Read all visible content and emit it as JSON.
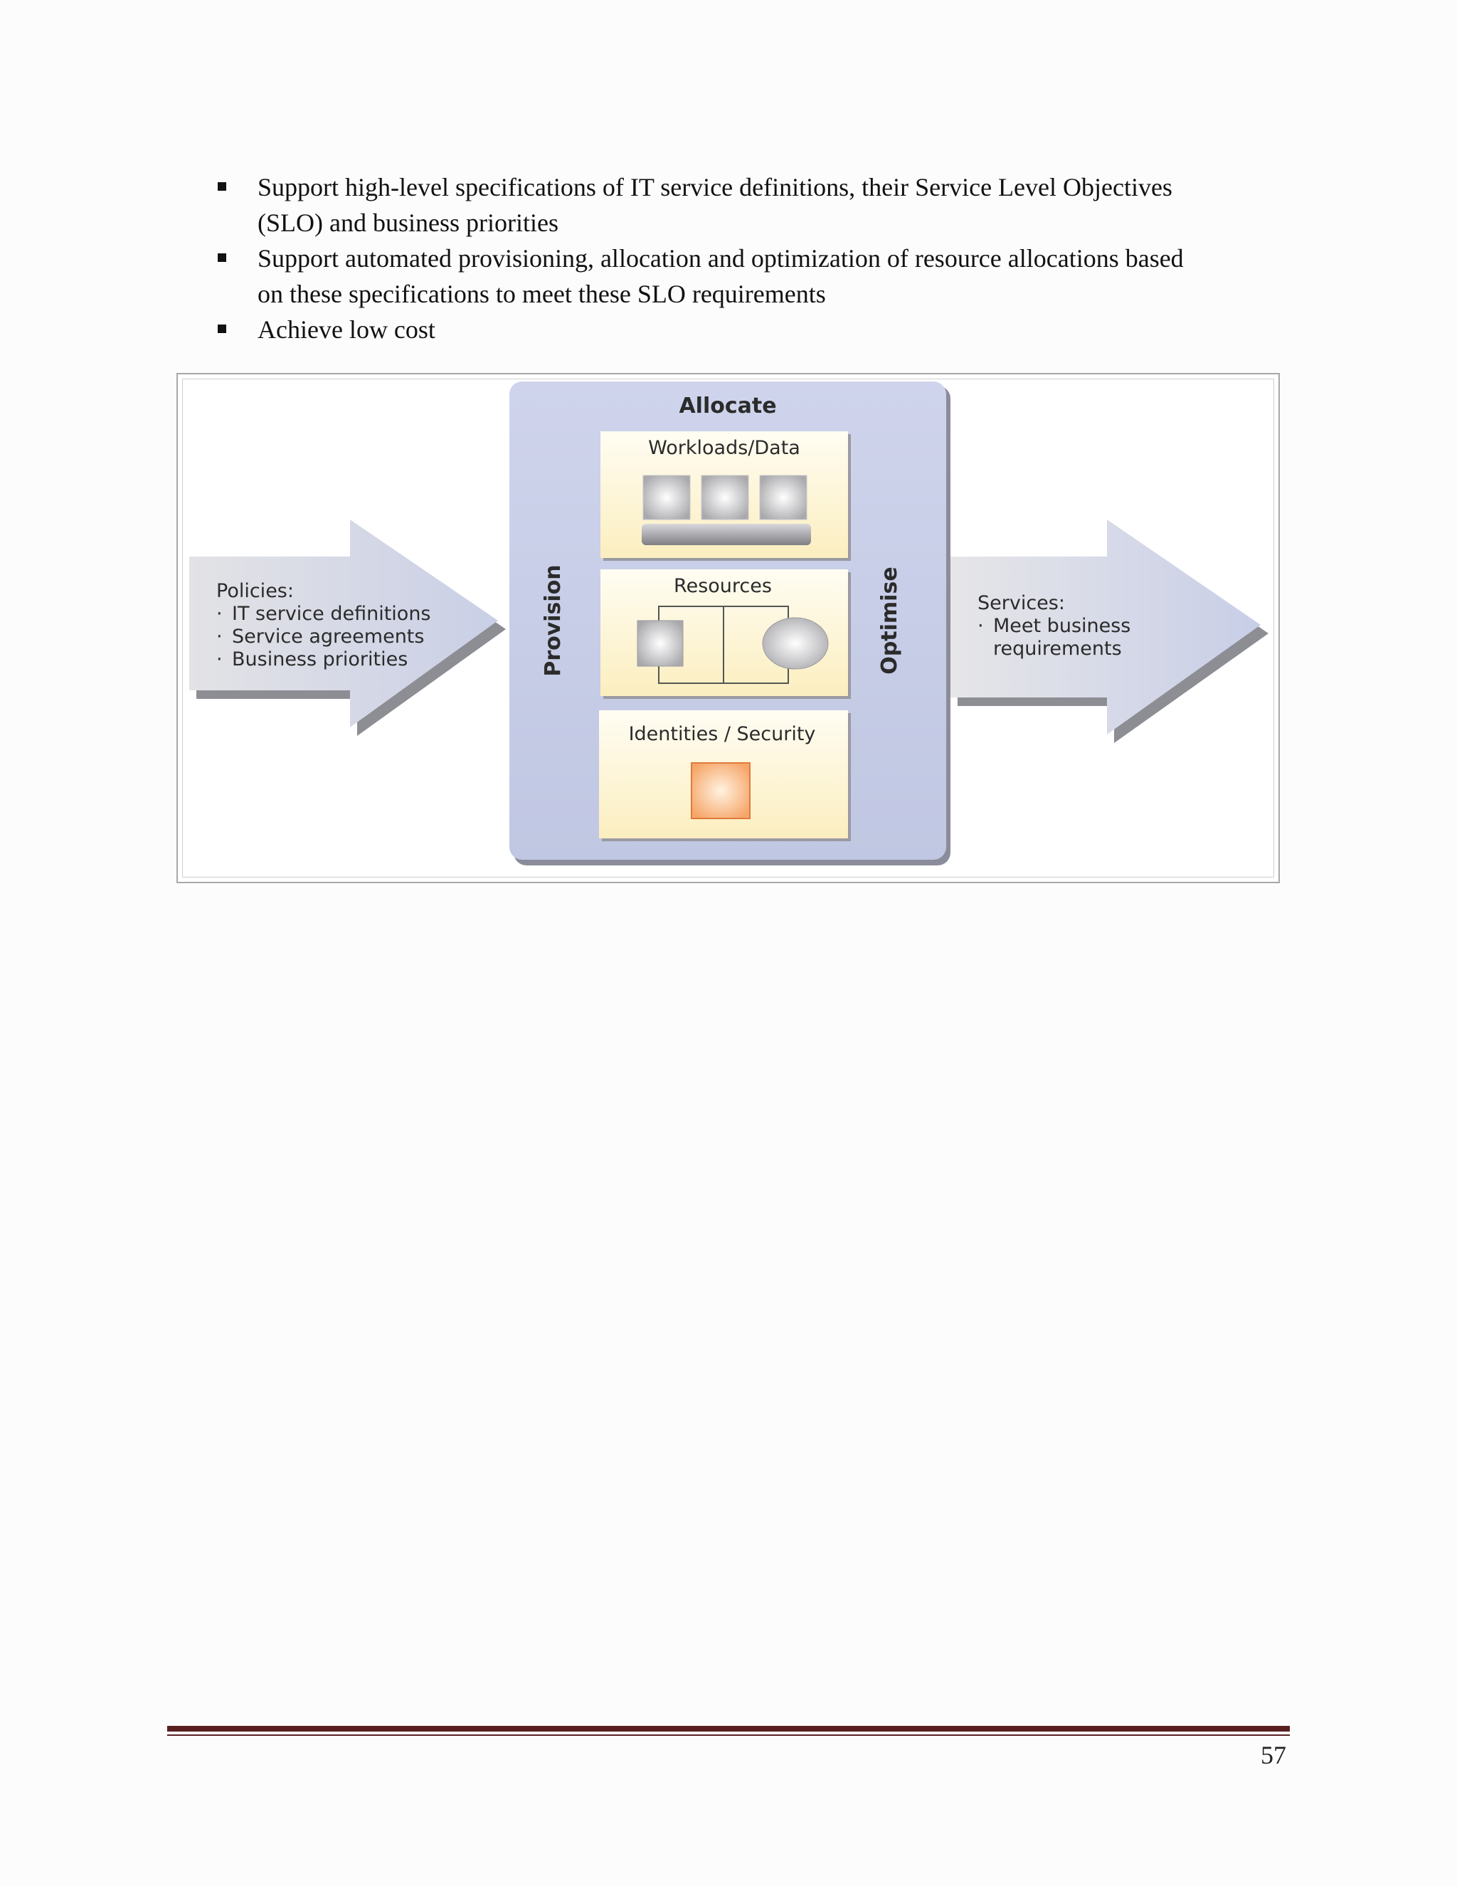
{
  "bullets": [
    {
      "line1": "Support high-level specifications of IT service definitions, their Service Level Objectives",
      "line2": "(SLO) and business priorities"
    },
    {
      "line1": "Support automated provisioning, allocation and optimization of resource allocations based",
      "line2": "on these specifications to meet these SLO requirements"
    },
    {
      "line1": "Achieve low cost",
      "line2": ""
    }
  ],
  "diagram": {
    "left_arrow": {
      "heading": "Policies:",
      "items": [
        "IT service definitions",
        "Service agreements",
        "Business priorities"
      ]
    },
    "center": {
      "top_label": "Allocate",
      "left_label": "Provision",
      "right_label": "Optimise",
      "panels": [
        "Workloads/Data",
        "Resources",
        "Identities / Security"
      ]
    },
    "right_arrow": {
      "heading": "Services:",
      "items": [
        "Meet business",
        "requirements"
      ]
    },
    "colors": {
      "center_block": "#c3cae4",
      "panel_fill": "#fdf3cf",
      "arrow_fill": "#d6daea",
      "security_square": "#f6a66a"
    }
  },
  "footer": {
    "page_number": "57",
    "rule_color": "#5a1f20"
  }
}
